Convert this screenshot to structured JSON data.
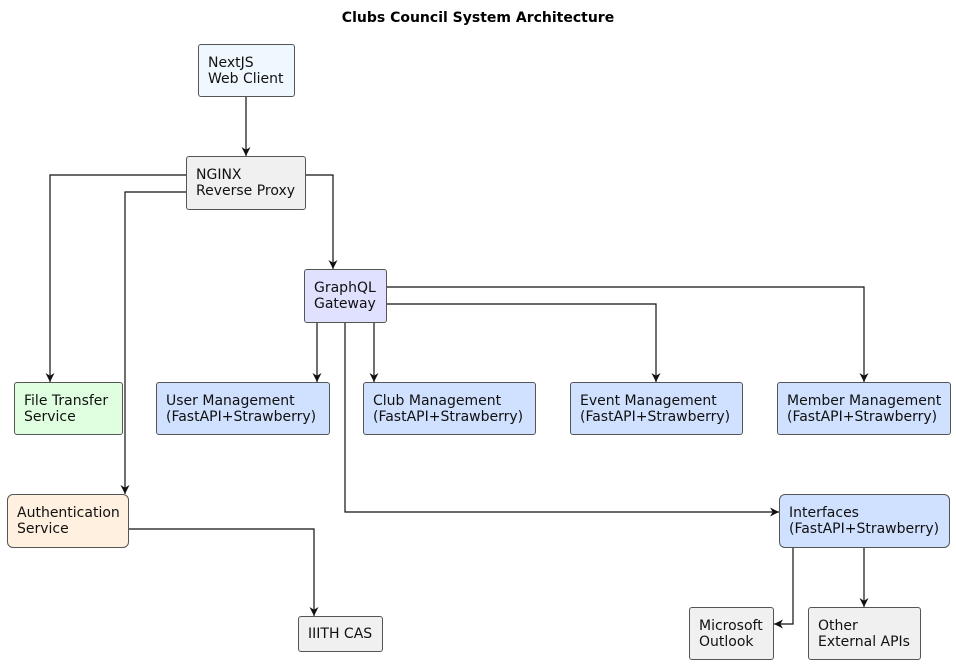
{
  "title": "Clubs Council System Architecture",
  "nodes": {
    "web_client": {
      "label": "NextJS\nWeb Client",
      "color": "#F0F8FF"
    },
    "nginx": {
      "label": "NGINX\nReverse Proxy",
      "color": "#F0F0F0"
    },
    "gateway": {
      "label": "GraphQL\nGateway",
      "color": "#E0E0FF"
    },
    "file_transfer": {
      "label": "File Transfer\nService",
      "color": "#E0FFE0"
    },
    "user_mgmt": {
      "label": "User Management\n(FastAPI+Strawberry)",
      "color": "#D0E0FF"
    },
    "club_mgmt": {
      "label": "Club Management\n(FastAPI+Strawberry)",
      "color": "#D0E0FF"
    },
    "event_mgmt": {
      "label": "Event Management\n(FastAPI+Strawberry)",
      "color": "#D0E0FF"
    },
    "member_mgmt": {
      "label": "Member Management\n(FastAPI+Strawberry)",
      "color": "#D0E0FF"
    },
    "auth": {
      "label": "Authentication\nService",
      "color": "#FFF0E0"
    },
    "interfaces": {
      "label": "Interfaces\n(FastAPI+Strawberry)",
      "color": "#D0E0FF"
    },
    "iiith_cas": {
      "label": "IIITH CAS",
      "color": "#F0F0F0"
    },
    "outlook": {
      "label": "Microsoft\nOutlook",
      "color": "#F0F0F0"
    },
    "external_apis": {
      "label": "Other\nExternal APIs",
      "color": "#F0F0F0"
    }
  },
  "edges": [
    [
      "web_client",
      "nginx"
    ],
    [
      "nginx",
      "file_transfer"
    ],
    [
      "nginx",
      "auth"
    ],
    [
      "nginx",
      "gateway"
    ],
    [
      "gateway",
      "user_mgmt"
    ],
    [
      "gateway",
      "club_mgmt"
    ],
    [
      "gateway",
      "event_mgmt"
    ],
    [
      "gateway",
      "member_mgmt"
    ],
    [
      "gateway",
      "interfaces"
    ],
    [
      "auth",
      "iiith_cas"
    ],
    [
      "interfaces",
      "outlook"
    ],
    [
      "interfaces",
      "external_apis"
    ]
  ]
}
